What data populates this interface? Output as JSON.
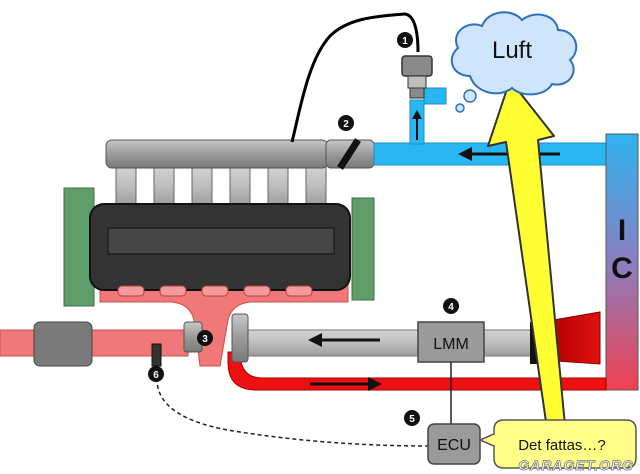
{
  "labels": {
    "air": "Luft",
    "intercooler_i": "I",
    "intercooler_c": "C",
    "mass_air_flow_sensor": "LMM",
    "engine_control_unit": "ECU",
    "speech_bubble": "Det fattas…?",
    "watermark": "GARAGET.ORG"
  },
  "markers": [
    "1",
    "2",
    "3",
    "4",
    "5",
    "6"
  ],
  "colors": {
    "intake_air": "#29b6f2",
    "hot_pressure": "#ee1111",
    "exhaust": "#f07878",
    "engine_block": "#333333",
    "engine_cover": "#9b9b9b",
    "cooling_fins": "#5f9e6a",
    "arrow_yellow": "#ffff33",
    "cloud": "#cfe5fb"
  }
}
